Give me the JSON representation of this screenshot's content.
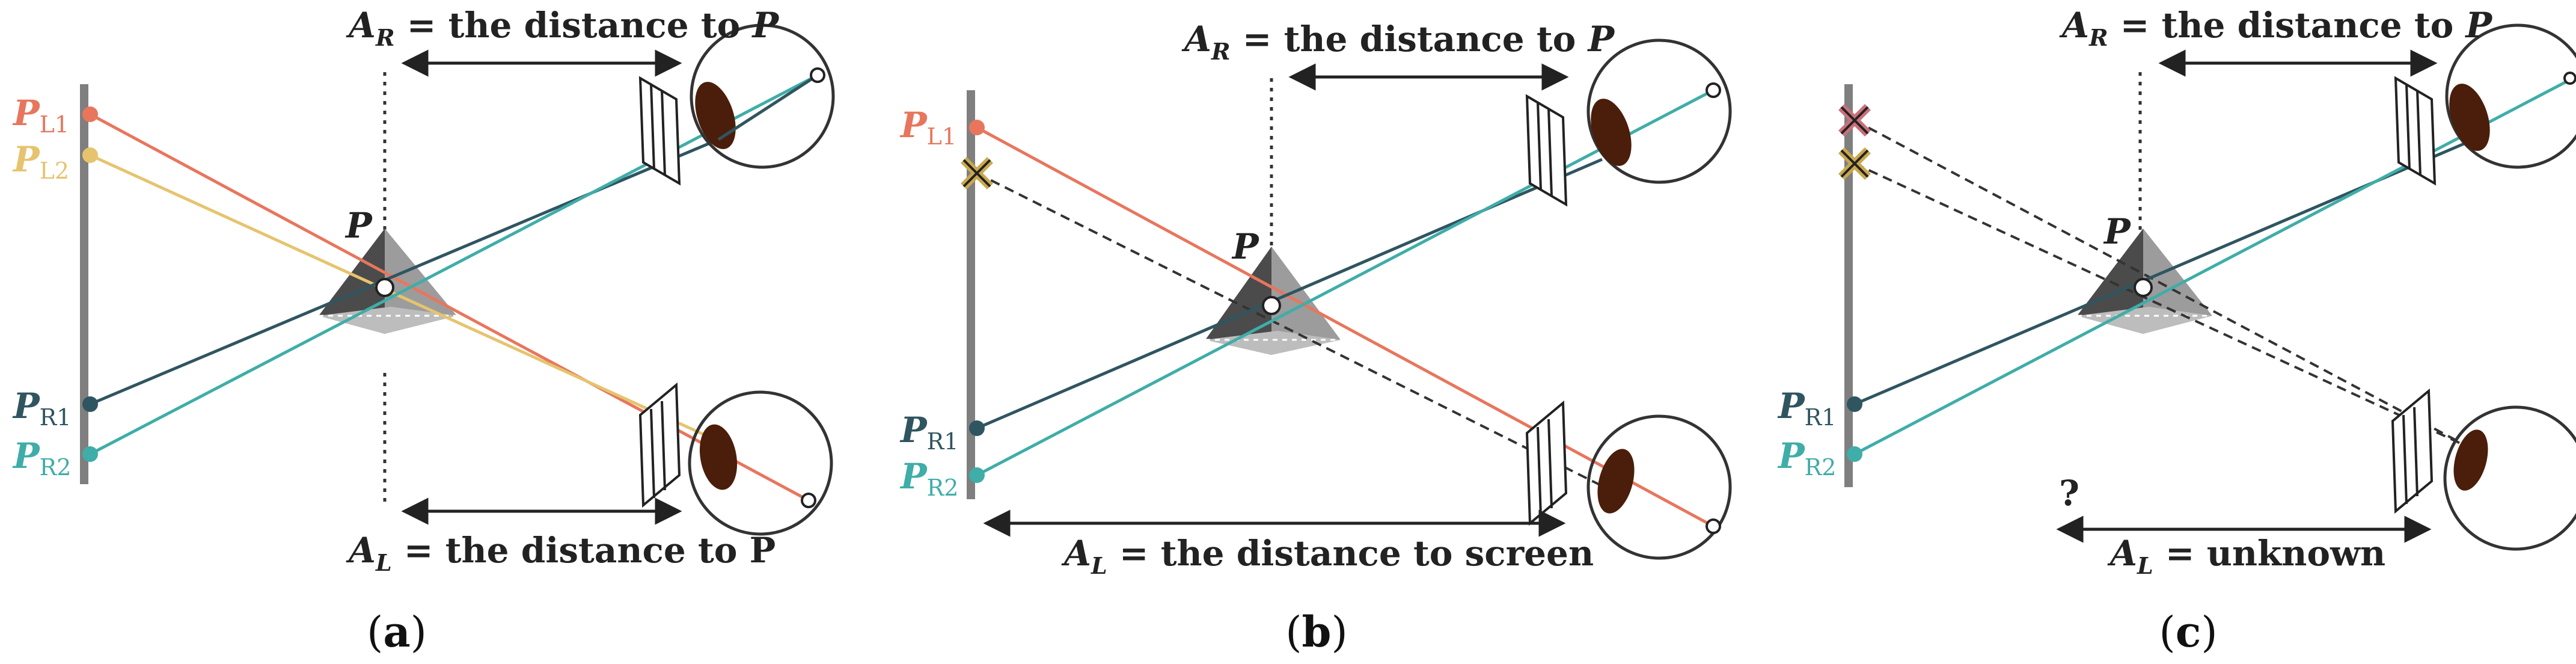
{
  "colors": {
    "screen": "#7f7f7f",
    "left_ray": "#e8765d",
    "left_ray_2": "#e6c46e",
    "right_ray": "#2f5560",
    "right_ray_2": "#3fada8",
    "eye_pupil": "#4a1e0a",
    "marker_left": "#c9717a",
    "marker_right": "#c9a84e"
  },
  "panels": [
    {
      "caption_open": "(",
      "caption_letter": "a",
      "caption_close": ")",
      "ar_prefix": "A",
      "ar_sub": "R",
      "ar_text": " = the distance to ",
      "ar_target": "P",
      "al_prefix": "A",
      "al_sub": "L",
      "al_text": " = the distance to P",
      "object_label": "P",
      "pl1_main": "P",
      "pl1_sub": "L1",
      "pl2_main": "P",
      "pl2_sub": "L2",
      "pr1_main": "P",
      "pr1_sub": "R1",
      "pr2_main": "P",
      "pr2_sub": "R2"
    },
    {
      "caption_open": "(",
      "caption_letter": "b",
      "caption_close": ")",
      "ar_prefix": "A",
      "ar_sub": "R",
      "ar_text": " = the distance to ",
      "ar_target": "P",
      "al_prefix": "A",
      "al_sub": "L",
      "al_text": " = the distance to screen",
      "object_label": "P",
      "pl1_main": "P",
      "pl1_sub": "L1",
      "pr1_main": "P",
      "pr1_sub": "R1",
      "pr2_main": "P",
      "pr2_sub": "R2"
    },
    {
      "caption_open": "(",
      "caption_letter": "c",
      "caption_close": ")",
      "ar_prefix": "A",
      "ar_sub": "R",
      "ar_text": " = the distance to ",
      "ar_target": "P",
      "al_prefix": "A",
      "al_sub": "L",
      "al_text": " = unknown",
      "question": "?",
      "object_label": "P",
      "pr1_main": "P",
      "pr1_sub": "R1",
      "pr2_main": "P",
      "pr2_sub": "R2"
    }
  ]
}
